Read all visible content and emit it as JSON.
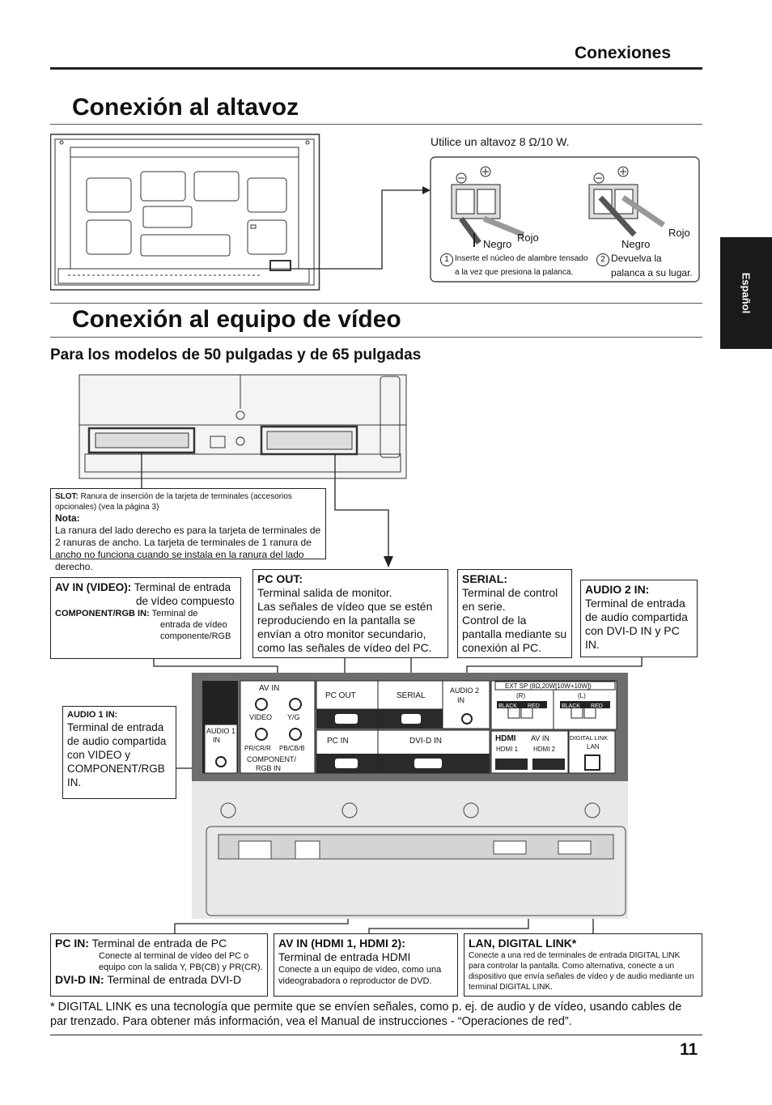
{
  "header": {
    "section": "Conexiones",
    "page_number": "11",
    "language_tab": "Español"
  },
  "speaker": {
    "title": "Conexión al altavoz",
    "note": "Utilice un altavoz 8 Ω/10 W.",
    "left_black": "Negro",
    "left_red": "Rojo",
    "right_black": "Negro",
    "right_red": "Rojo",
    "step1_num": "1",
    "step1_line1": "Inserte el núcleo de alambre tensado",
    "step1_line2": "a la vez que presiona la palanca.",
    "step2_num": "2",
    "step2_line1": "Devuelva la",
    "step2_line2": "palanca a su lugar."
  },
  "video": {
    "title": "Conexión al equipo de vídeo",
    "subtitle": "Para los modelos de 50 pulgadas y de 65 pulgadas",
    "slot": {
      "label": "SLOT:",
      "text": "Ranura de inserción de la tarjeta de terminales (accesorios opcionales) (vea la página 3)",
      "nota_label": "Nota:",
      "nota_text": "La ranura del lado derecho es para la tarjeta de terminales de 2 ranuras de ancho. La tarjeta de terminales de 1 ranura de ancho no funciona cuando se instala en la ranura del lado derecho."
    },
    "av_in": {
      "label": "AV IN (VIDEO):",
      "text1": "Terminal de entrada",
      "text2": "de vídeo compuesto",
      "comp_label": "COMPONENT/RGB IN:",
      "comp_text1": "Terminal de",
      "comp_text2": "entrada de vídeo",
      "comp_text3": "componente/RGB"
    },
    "pc_out": {
      "label": "PC OUT:",
      "text1": "Terminal salida de monitor.",
      "text2": "Las señales de vídeo que se estén reproduciendo en la pantalla se envían a otro monitor secundario, como las señales de vídeo del PC."
    },
    "serial": {
      "label": "SERIAL:",
      "text1": "Terminal de control en serie.",
      "text2": "Control de la pantalla mediante su conexión al PC."
    },
    "audio2": {
      "label": "AUDIO 2 IN:",
      "text": "Terminal de entrada de audio compartida con DVI-D IN y PC IN."
    },
    "audio1": {
      "label": "AUDIO 1 IN:",
      "text": "Terminal de entrada de audio compartida con VIDEO y COMPONENT/RGB IN."
    },
    "pc_in": {
      "label": "PC IN:",
      "text": "Terminal de entrada de PC",
      "sub1": "Conecte al terminal de vídeo del PC o",
      "sub2": "equipo con la salida Y, PB(CB) y PR(CR).",
      "dvi_label": "DVI-D IN:",
      "dvi_text": "Terminal de entrada DVI-D"
    },
    "hdmi": {
      "label": "AV IN (HDMI 1, HDMI 2):",
      "text": "Terminal de entrada HDMI",
      "sub": "Conecte a un equipo de vídeo, como una videograbadora o reproductor de DVD."
    },
    "lan": {
      "label": "LAN, DIGITAL LINK*",
      "text": "Conecte a una red de terminales de entrada DIGITAL LINK para controlar la pantalla. Como alternativa, conecte a un dispositivo que envía señales de vídeo y de audio mediante un terminal DIGITAL LINK."
    },
    "panel": {
      "av_in": "AV IN",
      "video": "VIDEO",
      "yg": "Y/G",
      "pr": "PR/CR/R",
      "pb": "PB/CB/B",
      "component": "COMPONENT/",
      "rgb_in": "RGB IN",
      "audio1": "AUDIO 1",
      "in": "IN",
      "pc_out": "PC OUT",
      "serial": "SERIAL",
      "audio2": "AUDIO 2",
      "ext_sp": "EXT SP (8Ω,20W[10W+10W])",
      "r": "(R)",
      "l": "(L)",
      "black": "BLACK",
      "red": "RED",
      "pc_in": "PC IN",
      "dvi_in": "DVI-D IN",
      "hdmi_logo": "HDMI",
      "av_in2": "AV IN",
      "hdmi1": "HDMI 1",
      "hdmi2": "HDMI 2",
      "digital_link": "DIGITAL LINK",
      "lan": "LAN"
    }
  },
  "footnote": "* DIGITAL LINK es una tecnología que permite que se envíen señales, como p. ej. de audio y de vídeo, usando cables de par trenzado. Para obtener más información, vea el Manual de instrucciones - “Operaciones de red”."
}
